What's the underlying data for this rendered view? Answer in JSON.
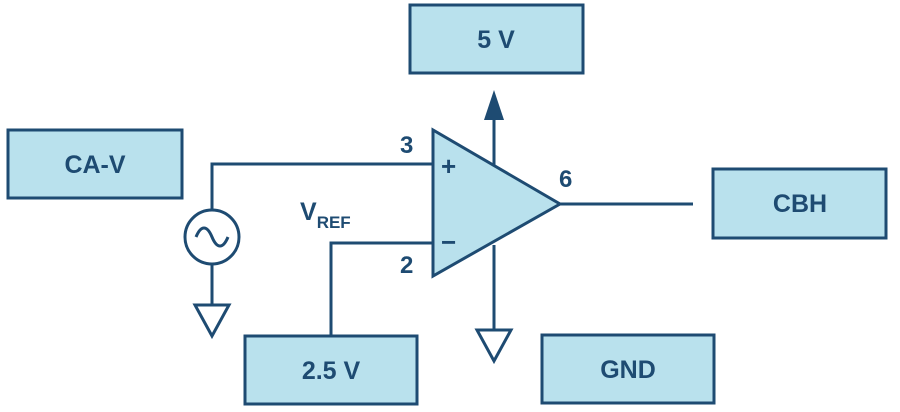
{
  "boxes": {
    "supply": "5 V",
    "input_source": "CA-V",
    "output": "CBH",
    "reference": "2.5 V",
    "ground": "GND"
  },
  "pins": {
    "non_inverting": "3",
    "inverting": "2",
    "output": "6"
  },
  "op_amp": {
    "plus_sign": "+",
    "minus_sign": "−"
  },
  "vref": {
    "main": "V",
    "subscript": "REF"
  },
  "colors": {
    "stroke": "#1e4b72",
    "fill": "#b9e1ed"
  },
  "icons": [
    "ac-source-icon",
    "ground-symbol-icon",
    "arrow-up-icon",
    "op-amp-icon"
  ]
}
